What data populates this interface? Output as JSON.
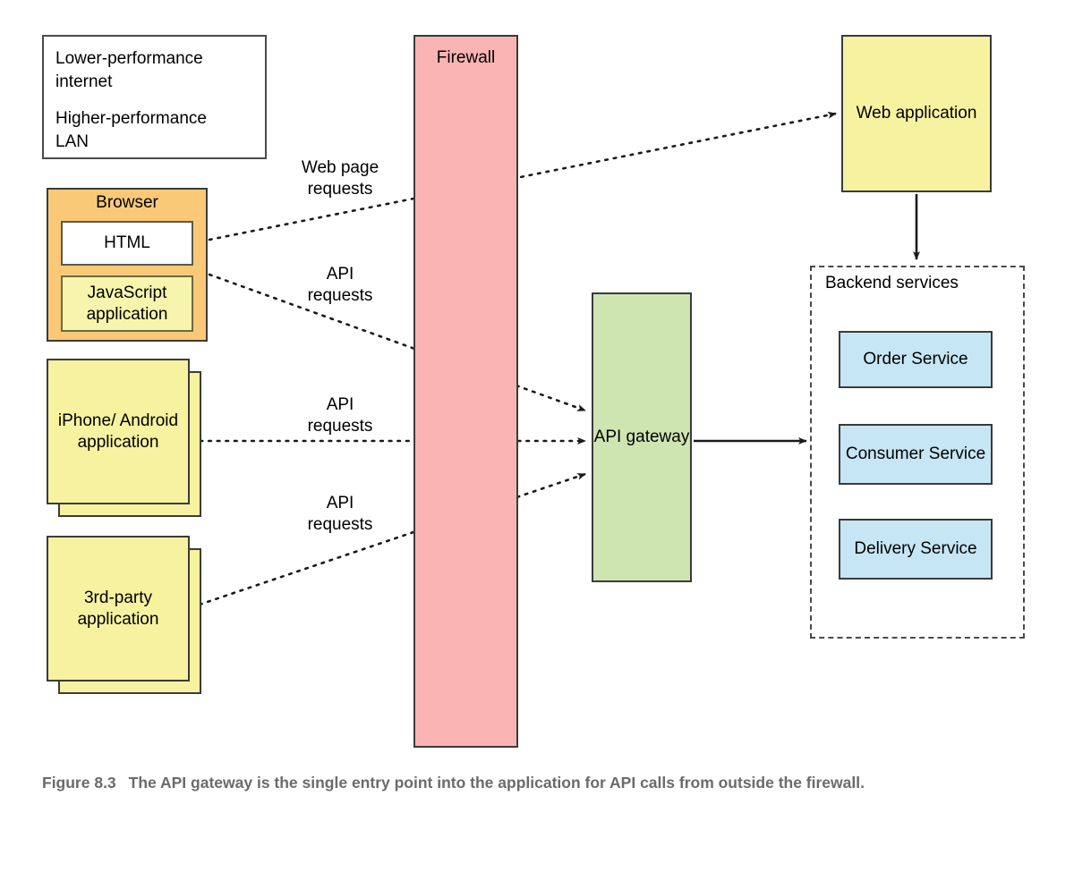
{
  "legend": {
    "items": [
      {
        "label": "Lower-performance\ninternet",
        "line_style": "dotted"
      },
      {
        "label": "Higher-performance\nLAN",
        "line_style": "solid"
      }
    ]
  },
  "nodes": {
    "browser": {
      "title": "Browser",
      "color": "#f9c978",
      "children": [
        {
          "label": "HTML",
          "color": "#ffffff"
        },
        {
          "label": "JavaScript\napplication",
          "color": "#f7f5ad"
        }
      ]
    },
    "mobile": {
      "label": "iPhone/\nAndroid\napplication",
      "color": "#f7f2a0"
    },
    "third_party": {
      "label": "3rd-party\napplication",
      "color": "#f7f2a0"
    },
    "firewall": {
      "label": "Firewall",
      "color": "#fbb4b4"
    },
    "gateway": {
      "label": "API\ngateway",
      "color": "#cee5b2"
    },
    "web_application": {
      "label": "Web\napplication",
      "color": "#f7f2a0"
    },
    "backend": {
      "label": "Backend services",
      "border_style": "dashed",
      "services": [
        {
          "label": "Order Service",
          "color": "#c6e6f5"
        },
        {
          "label": "Consumer\nService",
          "color": "#c6e6f5"
        },
        {
          "label": "Delivery\nService",
          "color": "#c6e6f5"
        }
      ]
    }
  },
  "flows": [
    {
      "label": "Web page\nrequests",
      "from": "html",
      "to": "web-application",
      "style": "dotted"
    },
    {
      "label": "API\nrequests",
      "from": "javascript-application",
      "to": "api-gateway",
      "style": "dotted"
    },
    {
      "label": "API\nrequests",
      "from": "mobile-application",
      "to": "api-gateway",
      "style": "dotted"
    },
    {
      "label": "API\nrequests",
      "from": "third-party-application",
      "to": "api-gateway",
      "style": "dotted"
    }
  ],
  "caption": {
    "number": "Figure 8.3",
    "text": "The API gateway is the single entry point into the application for API calls from outside the firewall."
  }
}
